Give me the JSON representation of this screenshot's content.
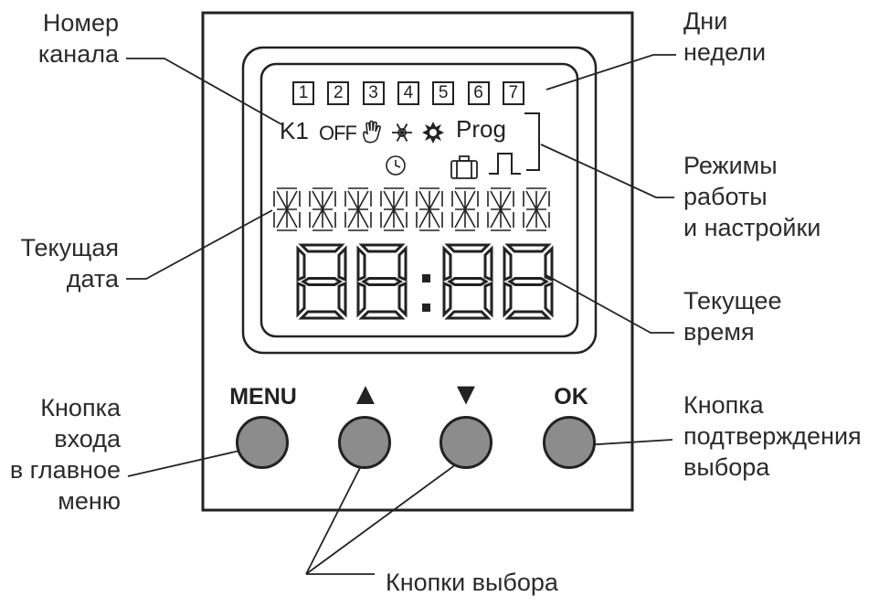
{
  "labels": {
    "channel_number": [
      "Номер",
      "канала"
    ],
    "week_days": [
      "Дни",
      "недели"
    ],
    "modes": [
      "Режимы",
      "работы",
      "и настройки"
    ],
    "current_date": [
      "Текущая",
      "дата"
    ],
    "current_time": [
      "Текущее",
      "время"
    ],
    "menu_entry_button": [
      "Кнопка",
      "входа",
      "в главное",
      "меню"
    ],
    "confirm_button": [
      "Кнопка",
      "подтверждения",
      "выбора"
    ],
    "select_buttons": "Кнопки выбора"
  },
  "buttons": {
    "menu": "MENU",
    "up": "▲",
    "down": "▼",
    "ok": "OK"
  },
  "lcd": {
    "days": [
      "1",
      "2",
      "3",
      "4",
      "5",
      "6",
      "7"
    ],
    "channel": "K1",
    "off": "OFF",
    "prog": "Prog",
    "icons": [
      "hand-icon",
      "snowflake-icon",
      "sun-icon",
      "clock-icon",
      "suitcase-icon",
      "pulse-icon"
    ],
    "date_segments": 8,
    "time_digits": "88:88"
  },
  "colors": {
    "button_fill": "#8c8c8c",
    "outline": "#222222"
  }
}
